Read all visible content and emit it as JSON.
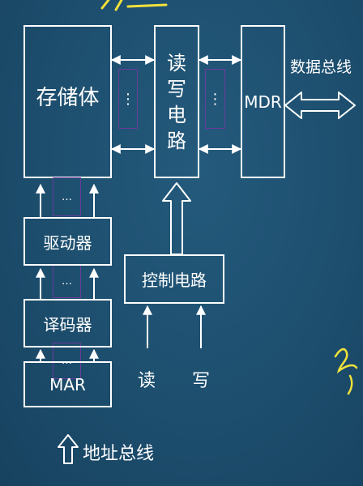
{
  "diagram": {
    "storage": "存储体",
    "rw_circuit": "读写电路",
    "mdr": "MDR",
    "data_bus": "数据总线",
    "driver": "驱动器",
    "decoder": "译码器",
    "mar": "MAR",
    "address_bus": "地址总线",
    "control_circuit": "控制电路",
    "read": "读",
    "write": "写",
    "ellipsis_v": "⋮",
    "ellipsis_h": "…"
  },
  "colors": {
    "background": "#1d4e6e",
    "line": "#ffffff",
    "dots_border": "#6a3b9a",
    "scribble": "#f2e23a"
  }
}
